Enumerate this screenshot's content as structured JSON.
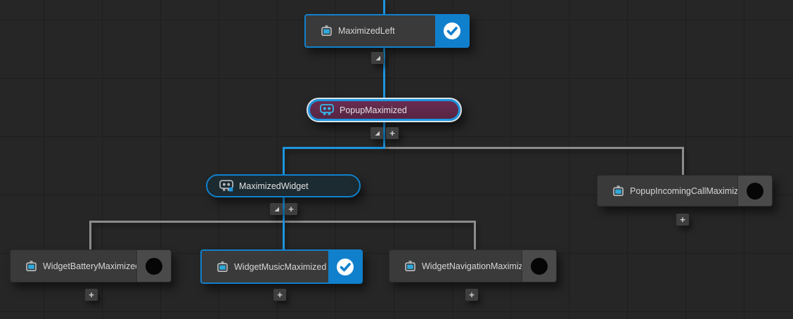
{
  "graph": {
    "nodes": {
      "maximized_left": {
        "label": "MaximizedLeft",
        "type": "widget-node",
        "badge": "check",
        "selected": true
      },
      "popup_maximized": {
        "label": "PopupMaximized",
        "type": "state-pill",
        "badge": "none",
        "selected": true
      },
      "maximized_widget": {
        "label": "MaximizedWidget",
        "type": "state-pill",
        "badge": "none",
        "selected": false
      },
      "popup_incoming_call_maximized": {
        "label": "PopupIncomingCallMaximized",
        "type": "widget-node",
        "badge": "dot",
        "selected": false
      },
      "widget_battery_maximized": {
        "label": "WidgetBatteryMaximized",
        "type": "widget-node",
        "badge": "dot",
        "selected": false
      },
      "widget_music_maximized": {
        "label": "WidgetMusicMaximized",
        "type": "widget-node",
        "badge": "check",
        "selected": true
      },
      "widget_navigation_maximized": {
        "label": "WidgetNavigationMaximized",
        "type": "widget-node",
        "badge": "dot",
        "selected": false
      }
    }
  },
  "icons": {
    "plus": "+",
    "collapse_arrow": "◢",
    "widget_icon": "tv-screen",
    "state_icon": "widget-robot-screen",
    "check_badge": "white-circle-blue-check",
    "dot_badge": "black-dot"
  },
  "colors": {
    "background": "#262626",
    "grid_line": "#1e1e1e",
    "node_bg": "#3a3a3a",
    "badge_panel": "#4a4a4a",
    "accent_blue": "#1180cc",
    "wire_blue": "#1d95e0",
    "wire_gray": "#8c8c8c",
    "popup_pill_fill": "#5e2948",
    "widget_pill_fill": "#1c2a31",
    "selection_ring": "#d9e3ea",
    "text": "#d6d6d6"
  }
}
